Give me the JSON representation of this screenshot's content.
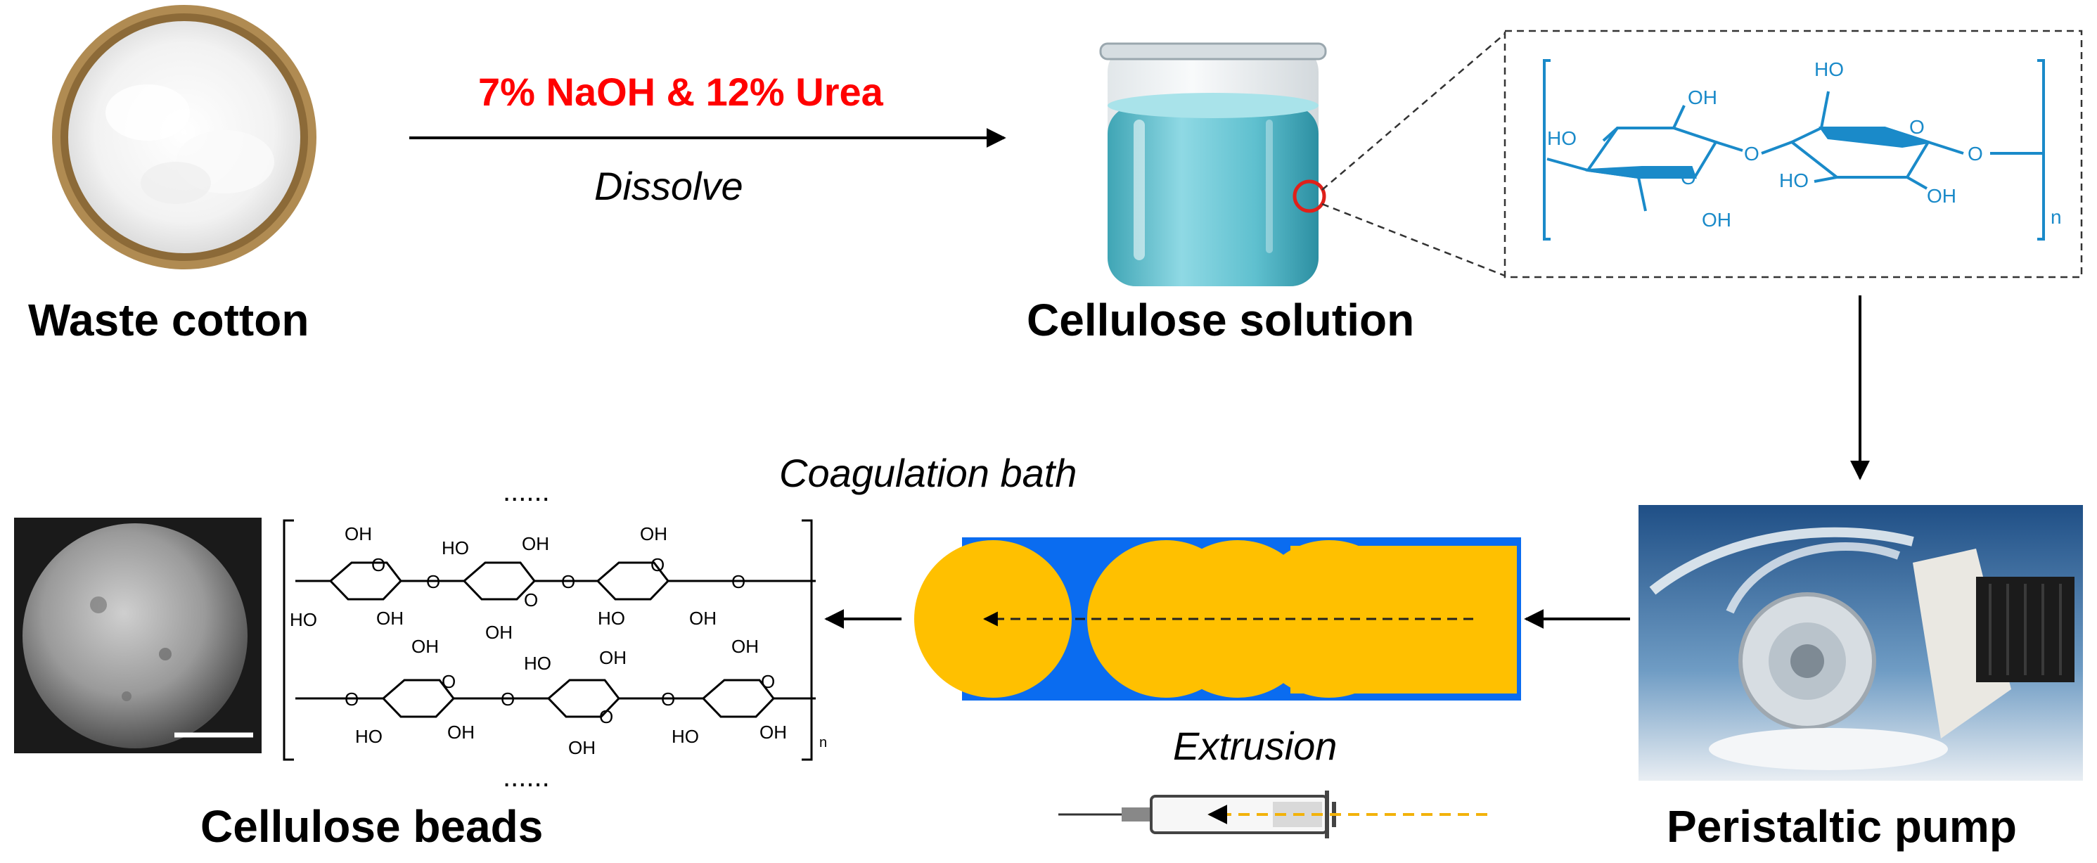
{
  "labels": {
    "waste_cotton": "Waste cotton",
    "reagent": "7% NaOH & 12% Urea",
    "dissolve": "Dissolve",
    "cellulose_solution": "Cellulose solution",
    "coagulation_bath": "Coagulation bath",
    "extrusion": "Extrusion",
    "cellulose_beads": "Cellulose beads",
    "peristaltic_pump": "Peristaltic pump"
  },
  "chem": {
    "hydroxyl": "OH",
    "hydroxyl_left": "HO",
    "ring_oxygen": "O",
    "repeat_unit": "n",
    "ellipsis": "......"
  },
  "colors": {
    "reagent_text": "#ff0000",
    "structure_blue": "#1a8ac9",
    "bath_blue": "#0a6cf0",
    "bead_yellow": "#ffc000",
    "magnifier_red": "#e0201a"
  }
}
